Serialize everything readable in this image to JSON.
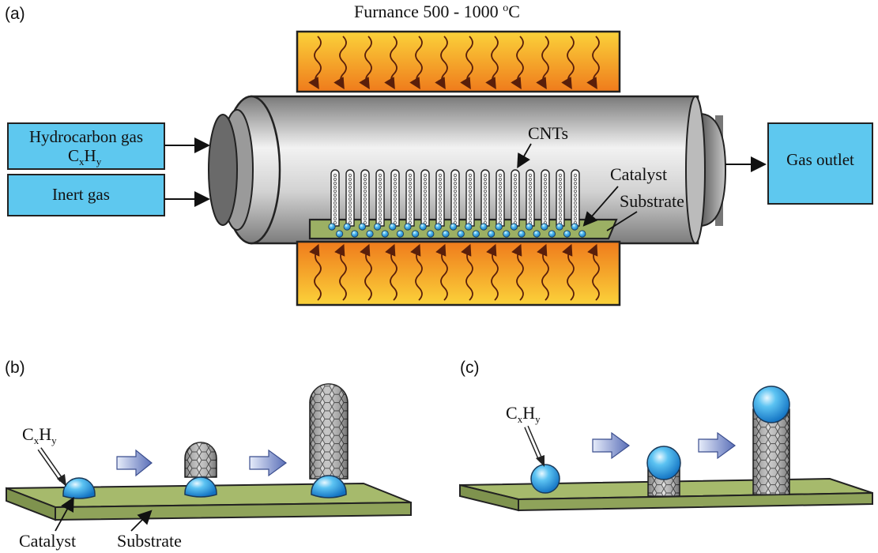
{
  "panels": {
    "a": "(a)",
    "b": "(b)",
    "c": "(c)"
  },
  "furnace": {
    "title_base": "Furnance 500 - 1000 ",
    "title_sup": "o",
    "title_unit": "C"
  },
  "inputs": {
    "hydrocarbon_line1": "Hydrocarbon gas",
    "formula_c": "C",
    "formula_x": "x",
    "formula_h": "H",
    "formula_y": "y",
    "inert": "Inert gas"
  },
  "outlet": "Gas outlet",
  "reactor_labels": {
    "cnts": "CNTs",
    "catalyst": "Catalyst",
    "substrate": "Substrate"
  },
  "panel_b": {
    "formula_c": "C",
    "formula_x": "x",
    "formula_h": "H",
    "formula_y": "y",
    "catalyst": "Catalyst",
    "substrate": "Substrate"
  },
  "panel_c": {
    "formula_c": "C",
    "formula_x": "x",
    "formula_h": "H",
    "formula_y": "y"
  },
  "colors": {
    "box_blue": "#5ec8ef",
    "heater_orange": "#f08a1e",
    "heater_yellow": "#fbd23a",
    "substrate_green": "#9cb064",
    "tube_gray": "#a9a9a9",
    "catalyst_blue": "#2fa6e8",
    "arrow_blue": "#6f86c7"
  },
  "icons": {
    "heat": "wavy-heat-arrow",
    "flow": "right-arrow",
    "step": "block-arrow"
  }
}
